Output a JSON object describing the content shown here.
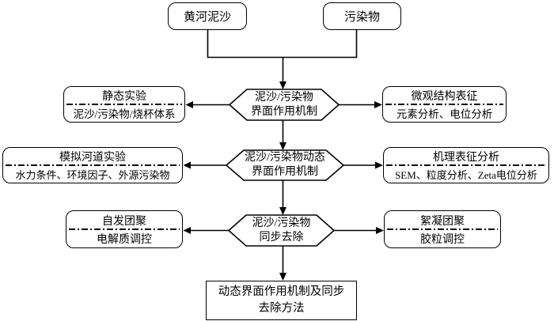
{
  "colors": {
    "line": "#000000",
    "node_fill": "#ffffff",
    "text": "#000000",
    "background": "#ffffff"
  },
  "top_nodes": [
    {
      "label": "黄河泥沙"
    },
    {
      "label": "污染物"
    }
  ],
  "hex_nodes": [
    {
      "line1": "泥沙/污染物",
      "line2": "界面作用机制"
    },
    {
      "line1": "泥沙/污染物动态",
      "line2": "界面作用机制"
    },
    {
      "line1": "泥沙/污染物",
      "line2": "同步去除"
    }
  ],
  "side_nodes": {
    "static_experiment": {
      "title": "静态实验",
      "detail": "泥沙/污染物/烧杯体系"
    },
    "microstructure": {
      "title": "微观结构表征",
      "detail": "元素分析、电位分析"
    },
    "simulated_channel": {
      "title": "模拟河道实验",
      "detail": "水力条件、环境因子、外源污染物"
    },
    "mechanism_analysis": {
      "title": "机理表征分析",
      "detail": "SEM、粒度分析、Zeta电位分析"
    },
    "spontaneous_aggregation": {
      "title": "自发团聚",
      "detail": "电解质调控"
    },
    "flocculation_aggregation": {
      "title": "絮凝团聚",
      "detail": "胶粒调控"
    }
  },
  "result_node": {
    "line1": "动态界面作用机制及同步",
    "line2": "去除方法"
  }
}
